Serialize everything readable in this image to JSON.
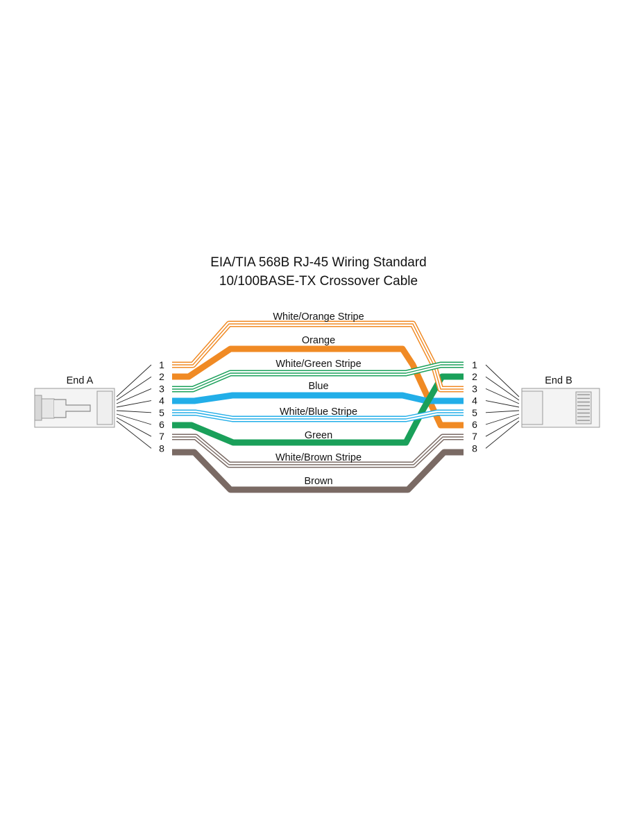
{
  "title": {
    "line1": "EIA/TIA 568B RJ-45 Wiring Standard",
    "line2": "10/100BASE-TX Crossover Cable"
  },
  "ends": {
    "a": "End A",
    "b": "End B"
  },
  "pins_a": [
    "1",
    "2",
    "3",
    "4",
    "5",
    "6",
    "7",
    "8"
  ],
  "pins_b": [
    "1",
    "2",
    "3",
    "4",
    "5",
    "6",
    "7",
    "8"
  ],
  "wires": [
    {
      "label": "White/Orange Stripe",
      "color": "#f08a24",
      "striped": true,
      "pin_a": 1,
      "pin_b": 3
    },
    {
      "label": "Orange",
      "color": "#f08a24",
      "striped": false,
      "pin_a": 2,
      "pin_b": 6
    },
    {
      "label": "White/Green Stripe",
      "color": "#1aa05a",
      "striped": true,
      "pin_a": 3,
      "pin_b": 1
    },
    {
      "label": "Blue",
      "color": "#22aee8",
      "striped": false,
      "pin_a": 4,
      "pin_b": 4
    },
    {
      "label": "White/Blue Stripe",
      "color": "#22aee8",
      "striped": true,
      "pin_a": 5,
      "pin_b": 5
    },
    {
      "label": "Green",
      "color": "#1aa05a",
      "striped": false,
      "pin_a": 6,
      "pin_b": 2
    },
    {
      "label": "White/Brown Stripe",
      "color": "#7a6a64",
      "striped": true,
      "pin_a": 7,
      "pin_b": 7
    },
    {
      "label": "Brown",
      "color": "#7a6a64",
      "striped": false,
      "pin_a": 8,
      "pin_b": 8
    }
  ]
}
